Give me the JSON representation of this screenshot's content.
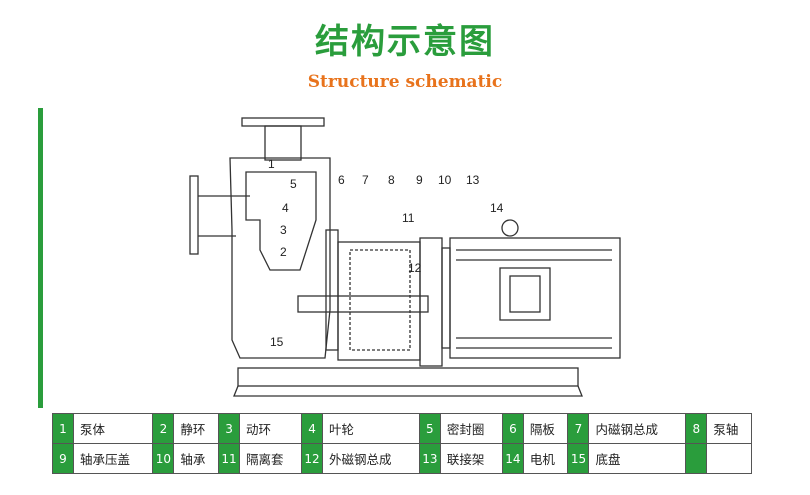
{
  "header": {
    "title": "结构示意图",
    "subtitle": "Structure schematic"
  },
  "callouts": [
    "1",
    "2",
    "3",
    "4",
    "5",
    "6",
    "7",
    "8",
    "9",
    "10",
    "11",
    "12",
    "13",
    "14",
    "15"
  ],
  "legend": [
    {
      "num": "1",
      "label": "泵体"
    },
    {
      "num": "2",
      "label": "静环"
    },
    {
      "num": "3",
      "label": "动环"
    },
    {
      "num": "4",
      "label": "叶轮"
    },
    {
      "num": "5",
      "label": "密封圈"
    },
    {
      "num": "6",
      "label": "隔板"
    },
    {
      "num": "7",
      "label": "内磁钢总成"
    },
    {
      "num": "8",
      "label": "泵轴"
    },
    {
      "num": "9",
      "label": "轴承压盖"
    },
    {
      "num": "10",
      "label": "轴承"
    },
    {
      "num": "11",
      "label": "隔离套"
    },
    {
      "num": "12",
      "label": "外磁钢总成"
    },
    {
      "num": "13",
      "label": "联接架"
    },
    {
      "num": "14",
      "label": "电机"
    },
    {
      "num": "15",
      "label": "底盘"
    }
  ],
  "colors": {
    "brand_green": "#2a9d3c",
    "subtitle_orange": "#e8731c"
  }
}
